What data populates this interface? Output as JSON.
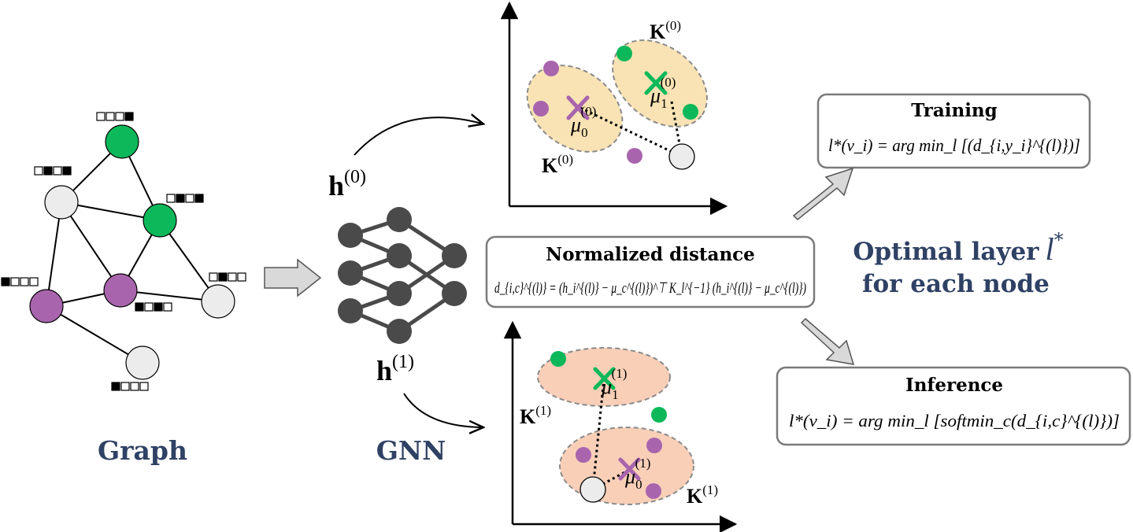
{
  "labels": {
    "graph": "Graph",
    "gnn": "GNN",
    "optimal_line1": "Optimal layer",
    "optimal_symbol": "l",
    "optimal_star": "*",
    "optimal_line2": "for each node"
  },
  "normalized": {
    "title": "Normalized distance",
    "formula": "d_{i,c}^{(l)} = (h_i^{(l)} − μ_c^{(l)})^⊤ K_l^{−1} (h_i^{(l)} − μ_c^{(l)})"
  },
  "training": {
    "title": "Training",
    "formula": "l*(v_i) = arg min_l [(d_{i,y_i}^{(l)})]"
  },
  "inference": {
    "title": "Inference",
    "formula": "l*(v_i) = arg min_l [softmin_c(d_{i,c}^{(l)})]"
  },
  "embeddings": {
    "h0": "h",
    "h0_sup": "(0)",
    "h1": "h",
    "h1_sup": "(1)"
  },
  "top_plot": {
    "K": "K",
    "K_sup": "(0)",
    "mu": "μ",
    "mu0_sub": "0",
    "mu1_sub": "1",
    "mu_sup": "(0)"
  },
  "bottom_plot": {
    "K": "K",
    "K_sup": "(1)",
    "mu": "μ",
    "mu0_sub": "0",
    "mu1_sub": "1",
    "mu_sup": "(1)"
  },
  "colors": {
    "green": "#0cb85a",
    "purple": "#a865ad",
    "gray_node": "#ececec",
    "ellipse_top": "#f9e3b4",
    "ellipse_bottom": "#f9cfb8",
    "title_blue": "#2f4164",
    "nn_dark": "#4a4a4a"
  }
}
